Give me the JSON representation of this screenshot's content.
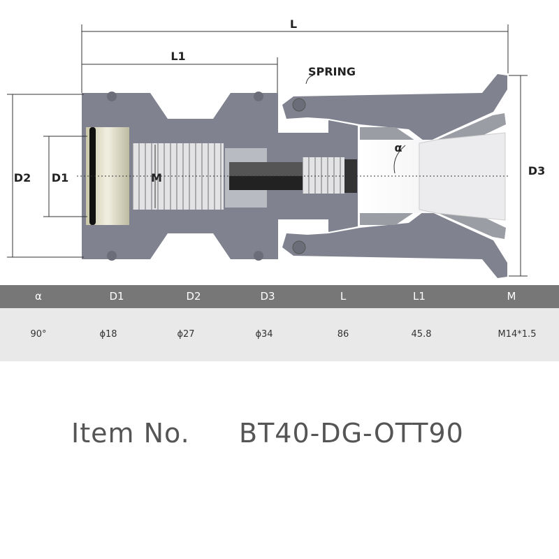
{
  "drawing": {
    "labels": {
      "L": "L",
      "L1": "L1",
      "D1": "D1",
      "D2": "D2",
      "D3": "D3",
      "M": "M",
      "alpha": "α",
      "spring": "SPRING"
    },
    "colors": {
      "body": "#80838f",
      "finger": "#9b9da4",
      "dark": "#2a2a2a"
    }
  },
  "table": {
    "headers": [
      "α",
      "D1",
      "D2",
      "D3",
      "L",
      "L1",
      "M"
    ],
    "values": [
      "90°",
      "ϕ18",
      "ϕ27",
      "ϕ34",
      "86",
      "45.8",
      "M14*1.5"
    ]
  },
  "item": {
    "label": "Item No.",
    "number": "BT40-DG-OTT90"
  }
}
